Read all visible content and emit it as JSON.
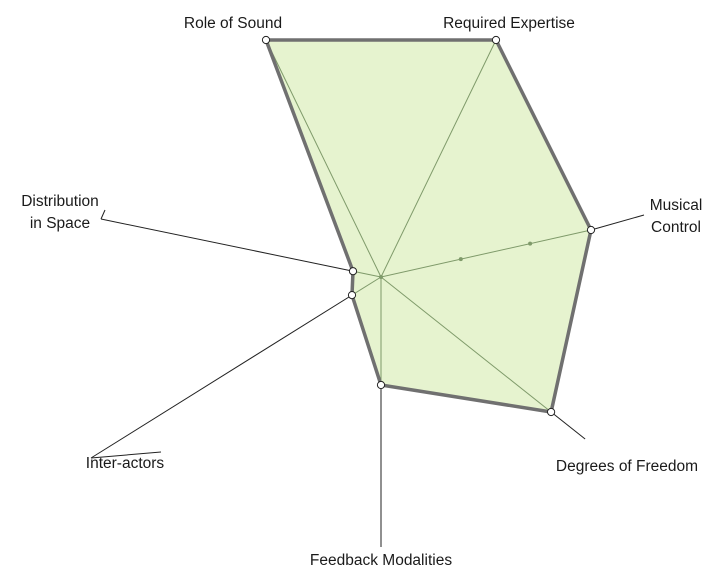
{
  "chart_data": {
    "type": "radar",
    "title": "",
    "axes": [
      {
        "key": "role_of_sound",
        "label_lines": [
          "Role of Sound"
        ],
        "value": 1.0
      },
      {
        "key": "required_expertise",
        "label_lines": [
          "Required Expertise"
        ],
        "value": 1.0
      },
      {
        "key": "musical_control",
        "label_lines": [
          "Musical",
          "Control"
        ],
        "value": 1.0
      },
      {
        "key": "degrees_of_freedom",
        "label_lines": [
          "Degrees of Freedom"
        ],
        "value": 0.9
      },
      {
        "key": "feedback_modalities",
        "label_lines": [
          "Feedback Modalities"
        ],
        "value": 0.6
      },
      {
        "key": "inter_actors",
        "label_lines": [
          "Inter-actors"
        ],
        "value": 0.1
      },
      {
        "key": "distribution_in_space",
        "label_lines": [
          "Distribution",
          "in Space"
        ],
        "value": 0.1
      }
    ],
    "range": [
      0,
      1
    ],
    "tick_marks_on_axis": "musical_control",
    "colors": {
      "fill": "#e6f3cf",
      "outline": "#707070",
      "spoke_inner": "#7f9a6a",
      "spoke_outer": "#222222",
      "point": "#ffffff"
    }
  }
}
